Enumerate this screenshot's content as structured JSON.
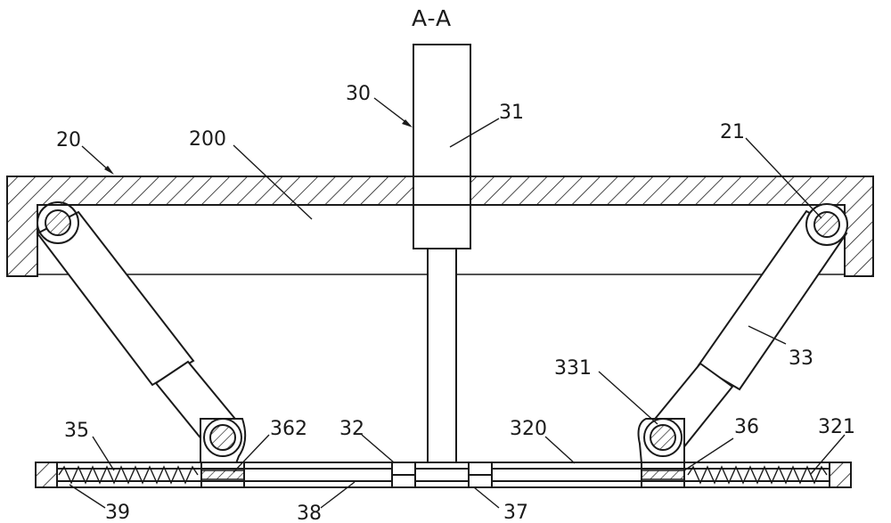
{
  "title": "A-A",
  "labels": {
    "l20": "20",
    "l200": "200",
    "l30": "30",
    "l31": "31",
    "l21": "21",
    "l33": "33",
    "l331": "331",
    "l36": "36",
    "l321": "321",
    "l320": "320",
    "l32": "32",
    "l362": "362",
    "l35": "35",
    "l39": "39",
    "l38": "38",
    "l37": "37"
  }
}
